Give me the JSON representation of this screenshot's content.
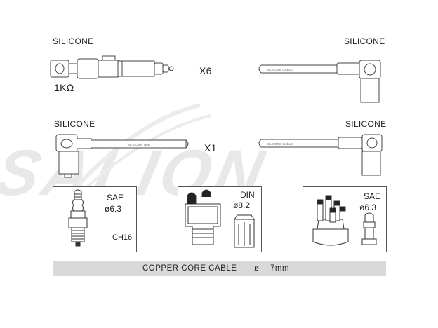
{
  "labels": {
    "silicone_tl": "SILICONE",
    "silicone_tr": "SILICONE",
    "silicone_ml": "SILICONE",
    "silicone_mr": "SILICONE",
    "resistor": "1KΩ",
    "qty_top": "X6",
    "qty_mid": "X1",
    "cable_print_top": "SILICONE CABLE",
    "cable_print_mid_left": "SILICONE 7MM",
    "cable_print_mid_right": "SILICONE CABLE"
  },
  "watermark": "SALION",
  "boxes": [
    {
      "std": "SAE",
      "dia": "ø6.3",
      "extra": "CH16"
    },
    {
      "std": "DIN",
      "dia": "ø8.2",
      "extra": ""
    },
    {
      "std": "SAE",
      "dia": "ø6.3",
      "extra": ""
    }
  ],
  "footer": {
    "cable": "COPPER CORE CABLE",
    "dia_symbol": "ø",
    "size": "7mm"
  },
  "colors": {
    "line": "#444444",
    "watermark": "#e6e6e6",
    "bar": "#d9d9d9"
  }
}
